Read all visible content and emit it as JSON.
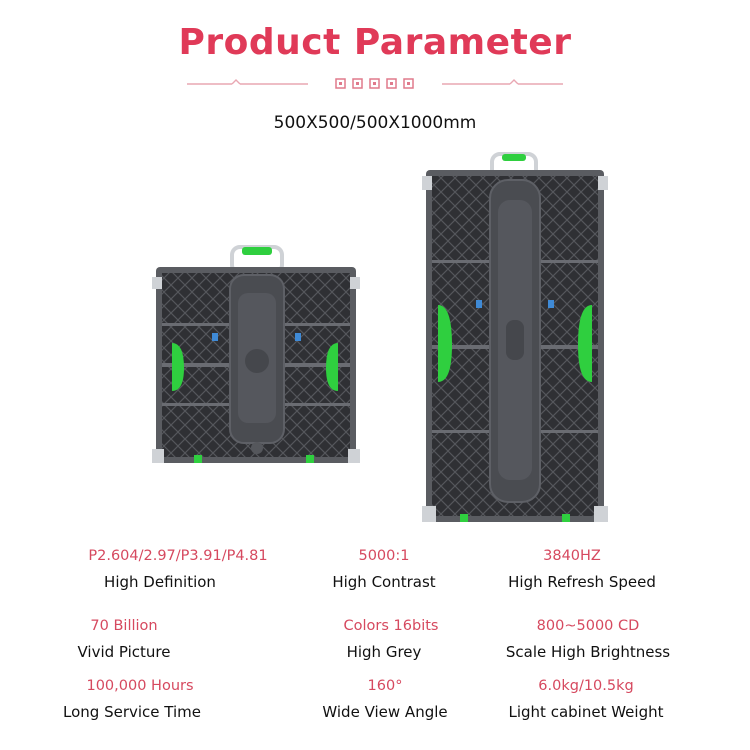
{
  "header": {
    "title": "Product Parameter",
    "subtitle": "500X500/500X1000mm"
  },
  "colors": {
    "accent": "#e03a58",
    "value_text": "#d6495f",
    "label_text": "#111111",
    "cabinet_body": "#3a3b3f",
    "handle_green": "#2fcf3f"
  },
  "images": {
    "small_cabinet": "led-cabinet-500x500-back-view",
    "large_cabinet": "led-cabinet-500x1000-back-view"
  },
  "specs": [
    [
      {
        "value": "P2.604/2.97/P3.91/P4.81",
        "label": "High Definition"
      },
      {
        "value": "5000:1",
        "label": "High Contrast"
      },
      {
        "value": "3840HZ",
        "label": "High Refresh Speed"
      }
    ],
    [
      {
        "value": "70 Billion",
        "label": "Vivid Picture"
      },
      {
        "value": "Colors 16bits",
        "label": "High Grey"
      },
      {
        "value": "800~5000 CD",
        "label": "Scale High Brightness"
      }
    ],
    [
      {
        "value": "100,000 Hours",
        "label": "Long Service Time"
      },
      {
        "value": "160°",
        "label": "Wide View Angle"
      },
      {
        "value": "6.0kg/10.5kg",
        "label": "Light cabinet Weight"
      }
    ]
  ]
}
